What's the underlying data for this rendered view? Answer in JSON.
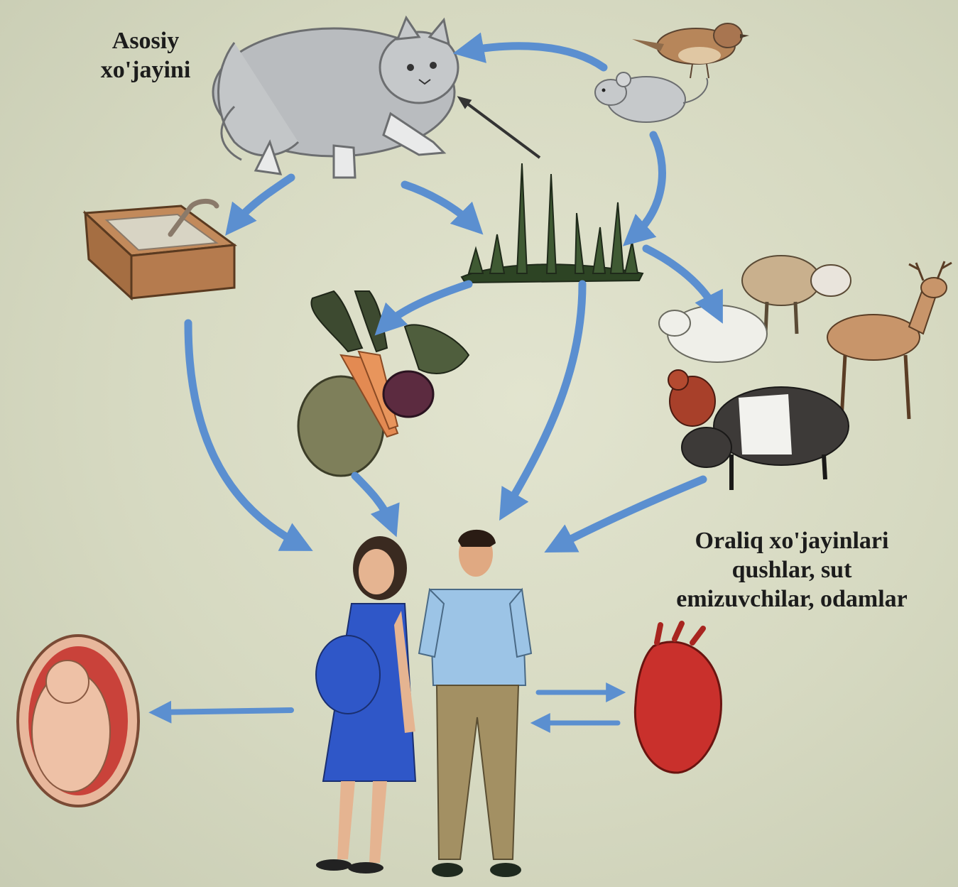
{
  "labels": {
    "main_host": [
      "Asosiy",
      "xo'jayini"
    ],
    "intermediate_hosts": [
      "Oraliq xo'jayinlari",
      "qushlar, sut",
      "emizuvchilar, odamlar"
    ]
  },
  "colors": {
    "background": "#d8dbc4",
    "arrow": "#5b8fd0",
    "cat": "#b9bcbf",
    "dress": "#2f57c8",
    "shirt": "#9cc4e6",
    "trousers": "#a39063",
    "heart": "#c9302c",
    "fetus": "#e8b79c"
  }
}
